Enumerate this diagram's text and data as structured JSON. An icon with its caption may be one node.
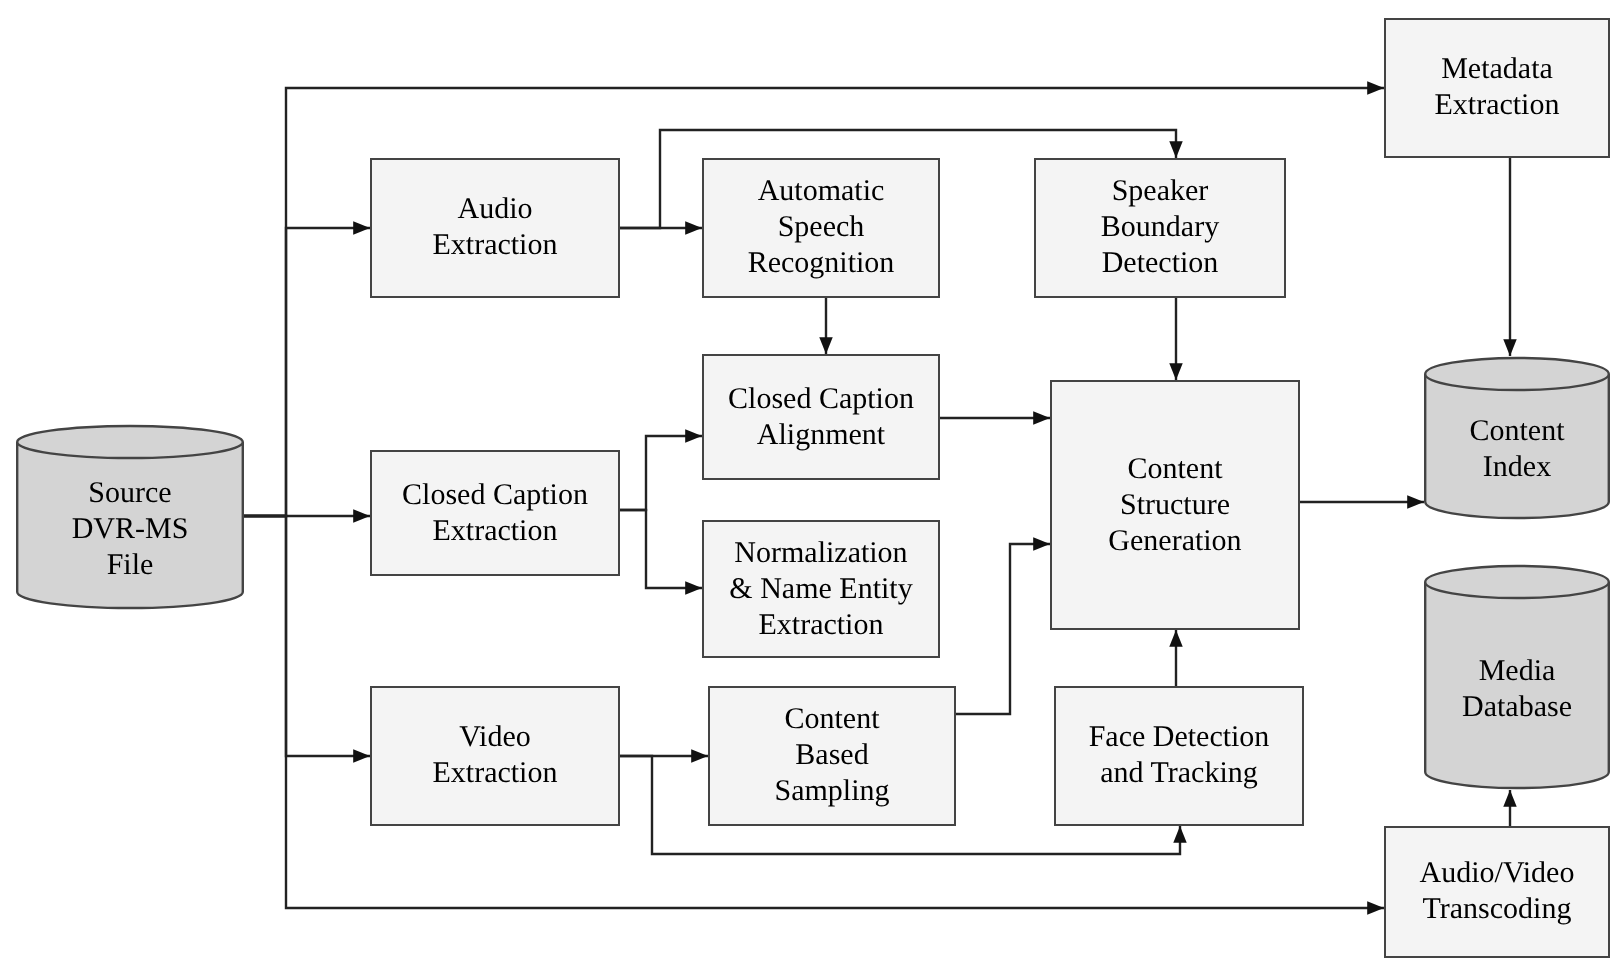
{
  "diagram": {
    "nodes": [
      {
        "text": [
          "Source DVR-MS File"
        ]
      },
      {
        "text": [
          "Audio Extraction"
        ]
      },
      {
        "text": [
          "Automatic Speech Recognition"
        ]
      },
      {
        "text": [
          "Speaker Boundary Detection"
        ]
      },
      {
        "text": [
          "Metadata Extraction"
        ]
      },
      {
        "text": [
          "Closed Caption Extraction"
        ]
      },
      {
        "text": [
          "Closed Caption Alignment"
        ]
      },
      {
        "text": [
          "Normalization & Name Entity Extraction"
        ]
      },
      {
        "text": [
          "Content Structure Generation"
        ]
      },
      {
        "text": [
          "Content Index"
        ]
      },
      {
        "text": [
          "Video Extraction"
        ]
      },
      {
        "text": [
          "Content Based Sampling"
        ]
      },
      {
        "text": [
          "Face Detection and Tracking"
        ]
      },
      {
        "text": [
          "Media Database"
        ]
      },
      {
        "text": [
          "Audio/Video Transcoding"
        ]
      }
    ],
    "edges": [
      {
        "from": 0,
        "to": 1,
        "arrow": "to"
      },
      {
        "from": 0,
        "to": 5,
        "arrow": "to"
      },
      {
        "from": 0,
        "to": 10,
        "arrow": "to"
      },
      {
        "from": 0,
        "to": 4,
        "arrow": "to"
      },
      {
        "from": 0,
        "to": 14,
        "arrow": "to"
      },
      {
        "from": 1,
        "to": 2,
        "arrow": "to"
      },
      {
        "from": 1,
        "to": 3,
        "arrow": "to"
      },
      {
        "from": 2,
        "to": 6,
        "arrow": "to"
      },
      {
        "from": 3,
        "to": 8,
        "arrow": "to"
      },
      {
        "from": 5,
        "to": 6,
        "arrow": "to"
      },
      {
        "from": 5,
        "to": 7,
        "arrow": "to"
      },
      {
        "from": 6,
        "to": 8,
        "arrow": "to"
      },
      {
        "from": 11,
        "to": 8,
        "arrow": "to"
      },
      {
        "from": 12,
        "to": 8,
        "arrow": "to"
      },
      {
        "from": 10,
        "to": 11,
        "arrow": "to"
      },
      {
        "from": 10,
        "to": 12,
        "arrow": "to"
      },
      {
        "from": 8,
        "to": 9,
        "arrow": "to"
      },
      {
        "from": 4,
        "to": 9,
        "arrow": "to"
      },
      {
        "from": 14,
        "to": 13,
        "arrow": "to"
      }
    ]
  }
}
